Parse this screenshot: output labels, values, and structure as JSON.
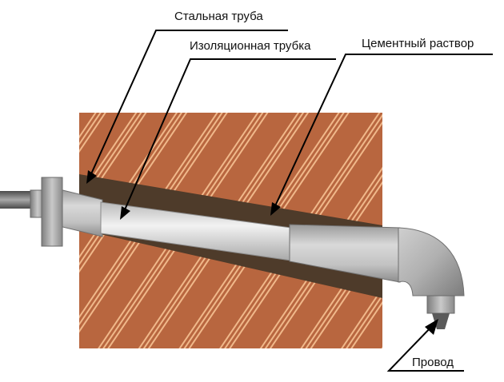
{
  "labels": {
    "steel_pipe": "Стальная труба",
    "insulation_tube": "Изоляционная трубка",
    "cement_mortar": "Цементный раствор",
    "wire": "Провод"
  },
  "colors": {
    "wall_base": "#b8663f",
    "wall_stripe": "#f0b88a",
    "mortar": "#4e3b2a",
    "steel_dark": "#8a8a8a",
    "steel_light": "#d6d6d6",
    "steel_mid": "#b3b3b3",
    "insulation_light": "#eeeeee",
    "cable": "#666666",
    "leader": "#000000"
  }
}
